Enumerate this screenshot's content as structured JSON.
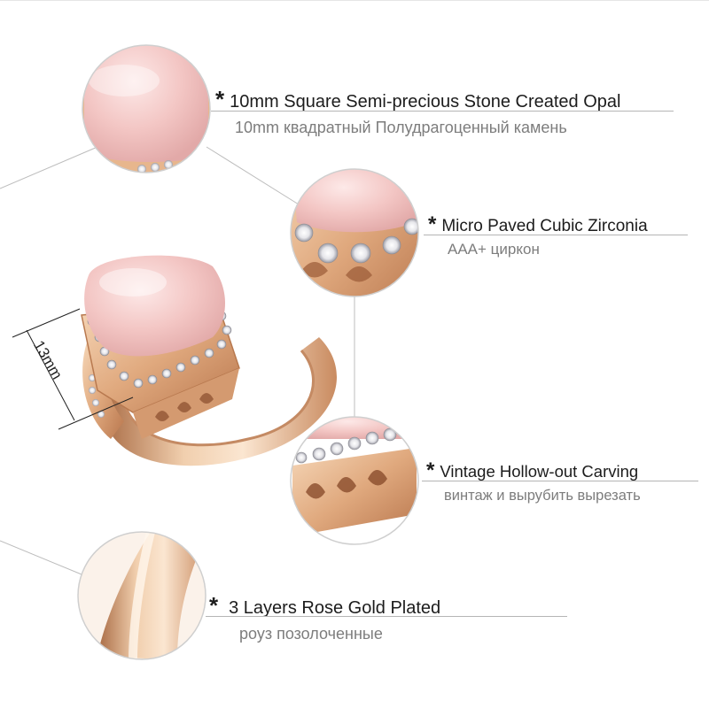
{
  "features": [
    {
      "title": "10mm Square Semi-precious Stone Created Opal",
      "subtitle": "10mm квадратный Полудрагоценный камень"
    },
    {
      "title": "Micro Paved Cubic Zirconia",
      "subtitle": "AAA+ циркон"
    },
    {
      "title": "Vintage Hollow-out Carving",
      "subtitle": "винтаж и вырубить вырезать"
    },
    {
      "title": "3 Layers Rose Gold Plated",
      "subtitle": "роуз позолоченные"
    }
  ],
  "bullet": "*",
  "dimension_label": "13mm",
  "colors": {
    "rose_gold": "#e7b68d",
    "opal_pink": "#f4cfcd",
    "line_gray": "#b5b5b5",
    "text": "#1c1c1c",
    "subtext": "#7d7d7d"
  },
  "icons": [
    "ring-illustration",
    "opal-stone-closeup",
    "zirconia-closeup",
    "carving-closeup",
    "band-closeup"
  ]
}
